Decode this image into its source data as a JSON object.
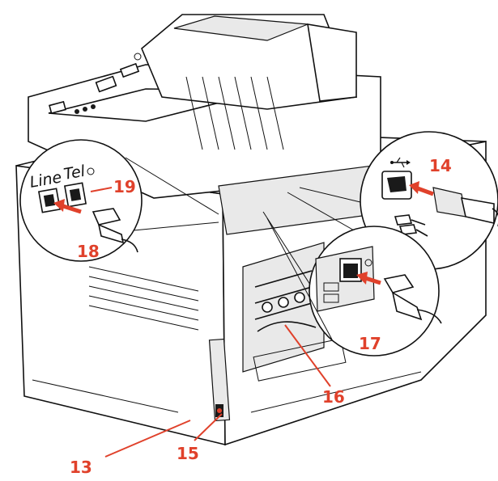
{
  "callouts": {
    "c13": "13",
    "c14": "14",
    "c15": "15",
    "c16": "16",
    "c17": "17",
    "c18": "18",
    "c19": "19"
  },
  "ports": {
    "line_label": "Line",
    "tel_label": "Tel"
  },
  "colors": {
    "callout": "#e0412b",
    "outline": "#111111",
    "background": "#ffffff"
  },
  "icons": [
    "usb-icon",
    "ethernet-port-icon",
    "phone-port-icon",
    "connector-arrow-icon"
  ]
}
